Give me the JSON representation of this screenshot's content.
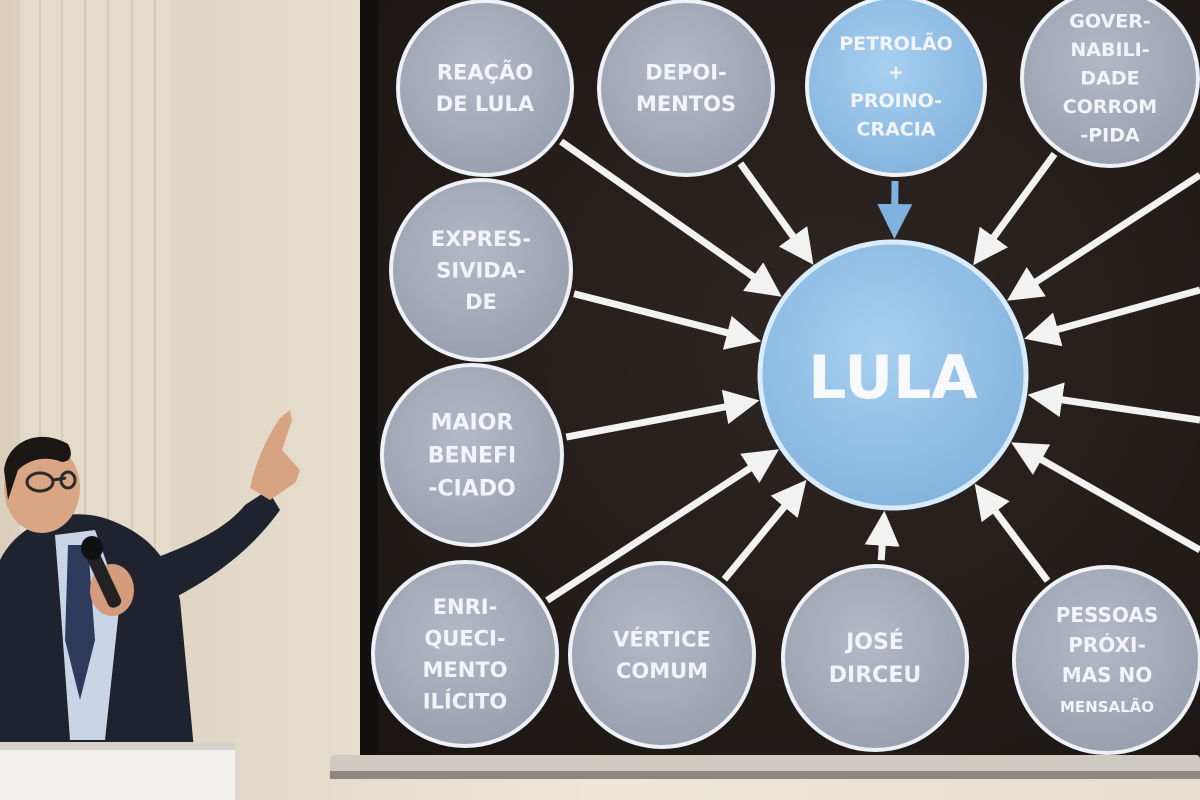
{
  "diagram": {
    "center": {
      "label": "LULA",
      "color": "#8fbfe6"
    },
    "nodes": [
      {
        "id": "reacao-de-lula",
        "lines": [
          "REAÇÃO",
          "DE LULA"
        ],
        "highlight": false
      },
      {
        "id": "depoimentos",
        "lines": [
          "DEPOI-",
          "MENTOS"
        ],
        "highlight": false
      },
      {
        "id": "petrolao",
        "lines": [
          "PETROLÃO",
          "+",
          "PROINO-",
          "CRACIA"
        ],
        "highlight": true
      },
      {
        "id": "governabilidade",
        "lines": [
          "GOVER-",
          "NABILI-",
          "DADE",
          "CORROM",
          "-PIDA"
        ],
        "highlight": false
      },
      {
        "id": "expressividade",
        "lines": [
          "EXPRES-",
          "SIVIDA-",
          "DE"
        ],
        "highlight": false
      },
      {
        "id": "maior-beneficiado",
        "lines": [
          "MAIOR",
          "BENEFI",
          "-CIADO"
        ],
        "highlight": false
      },
      {
        "id": "enriquecimento",
        "lines": [
          "ENRI-",
          "QUECI-",
          "MENTO",
          "ILÍCITO"
        ],
        "highlight": false
      },
      {
        "id": "vertice-comum",
        "lines": [
          "VÉRTICE",
          "COMUM"
        ],
        "highlight": false
      },
      {
        "id": "jose-dirceu",
        "lines": [
          "JOSÉ",
          "DIRCEU"
        ],
        "highlight": false
      },
      {
        "id": "pessoas-proximas",
        "lines": [
          "PESSOAS",
          "PRÓXI-",
          "MAS NO",
          "MENSALÃO"
        ],
        "highlight": false
      }
    ],
    "colors": {
      "node_fill": "#a7adbb",
      "node_highlight_fill": "#8fbfe6",
      "node_stroke": "#eef1f6",
      "node_text": "#f3f4f7",
      "arrow": "#f2f2f2",
      "arrow_highlight": "#7fb2e0",
      "screen_bg": "#241e1b"
    }
  },
  "scene": {
    "objects": [
      "presenter",
      "microphone",
      "projection-screen",
      "podium"
    ]
  }
}
